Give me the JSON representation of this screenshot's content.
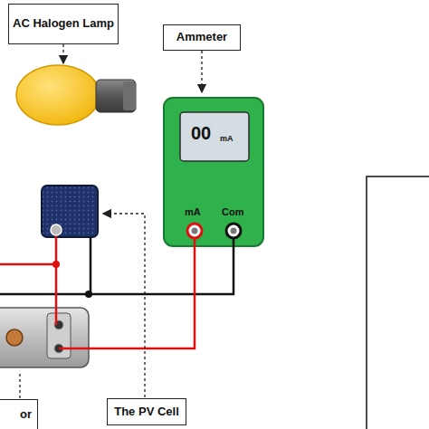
{
  "diagram": {
    "nodes": [
      {
        "text": [
          "AC Halogen Lamp"
        ]
      },
      {
        "text": [
          "Ammeter"
        ]
      },
      {
        "text": [
          "The PV Cell"
        ]
      },
      {
        "text": [
          "or"
        ]
      }
    ],
    "labels": [
      "00",
      "mA",
      "mA",
      "Com"
    ]
  }
}
